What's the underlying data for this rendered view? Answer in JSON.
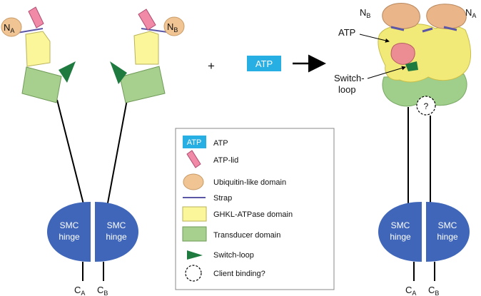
{
  "labels": {
    "na_left": "N",
    "na_left_sub": "A",
    "nb_left": "N",
    "nb_left_sub": "B",
    "plus": "+",
    "atp_box": "ATP",
    "nb_right": "N",
    "nb_right_sub": "B",
    "na_right": "N",
    "na_right_sub": "A",
    "atp_callout": "ATP",
    "switch_callout_line1": "Switch-",
    "switch_callout_line2": "loop",
    "question_mark": "?",
    "ca_left": "C",
    "ca_left_sub": "A",
    "cb_left": "C",
    "cb_left_sub": "B",
    "ca_right": "C",
    "ca_right_sub": "A",
    "cb_right": "C",
    "cb_right_sub": "B"
  },
  "hinge": {
    "line1": "SMC",
    "line2": "hinge"
  },
  "legend": {
    "items": [
      {
        "icon": "atp-box-icon",
        "badge": "ATP",
        "label": "ATP"
      },
      {
        "icon": "atp-lid-icon",
        "label": "ATP-lid"
      },
      {
        "icon": "ubiquitin-like-domain-icon",
        "label": "Ubiquitin-like domain"
      },
      {
        "icon": "strap-icon",
        "label": "Strap"
      },
      {
        "icon": "ghkl-atpase-domain-icon",
        "label": "GHKL-ATPase domain"
      },
      {
        "icon": "transducer-domain-icon",
        "label": "Transducer domain"
      },
      {
        "icon": "switch-loop-icon",
        "label": "Switch-loop"
      },
      {
        "icon": "client-binding-icon",
        "label": "Client binding?"
      }
    ]
  },
  "colors": {
    "atp": "#27aee2",
    "atp_lid": "#f08aa6",
    "ubiquitin": "#f1c593",
    "strap": "#5b56a6",
    "ghkl": "#fbf69a",
    "transducer": "#a7d08e",
    "switch_loop": "#1f7a40",
    "hinge": "#3f66b9",
    "surface_tan": "#e9b589",
    "surface_yellow": "#f2ea78",
    "surface_green": "#9fcf8a",
    "surface_pink": "#ec8d93"
  }
}
